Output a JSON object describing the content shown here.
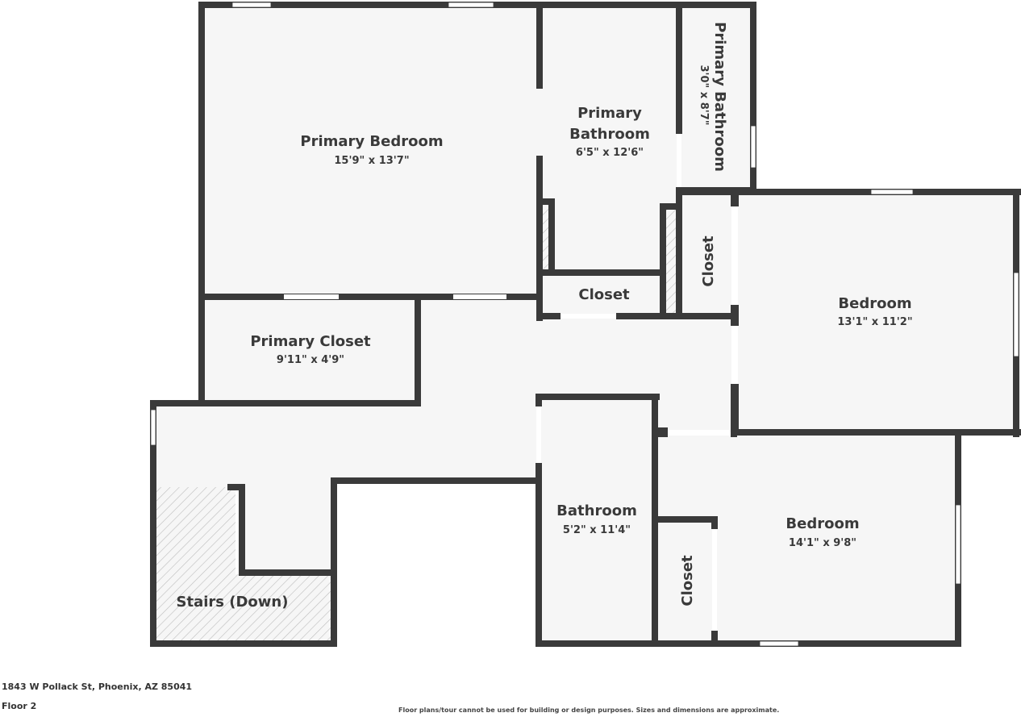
{
  "floorplan": {
    "address": "1843 W Pollack St, Phoenix, AZ 85041",
    "floor_label": "Floor 2",
    "disclaimer": "Floor plans/tour cannot be used for building or design purposes. Sizes and dimensions are approximate.",
    "colors": {
      "wall": "#3a3a3a",
      "floor": "#f6f6f6",
      "background": "#ffffff",
      "text": "#3a3a3a"
    },
    "rooms": [
      {
        "name": "Primary Bedroom",
        "dimensions": "15'9\" x 13'7\""
      },
      {
        "name_line1": "Primary",
        "name_line2": "Bathroom",
        "dimensions": "6'5\" x 12'6\""
      },
      {
        "name": "Primary Bathroom",
        "dimensions": "3'0\" x 8'7\""
      },
      {
        "name": "Closet"
      },
      {
        "name": "Closet"
      },
      {
        "name": "Bedroom",
        "dimensions": "13'1\" x 11'2\""
      },
      {
        "name": "Primary Closet",
        "dimensions": "9'11\" x 4'9\""
      },
      {
        "name": "Bathroom",
        "dimensions": "5'2\" x 11'4\""
      },
      {
        "name": "Bedroom",
        "dimensions": "14'1\" x 9'8\""
      },
      {
        "name": "Closet"
      },
      {
        "name": "Stairs (Down)"
      }
    ]
  }
}
